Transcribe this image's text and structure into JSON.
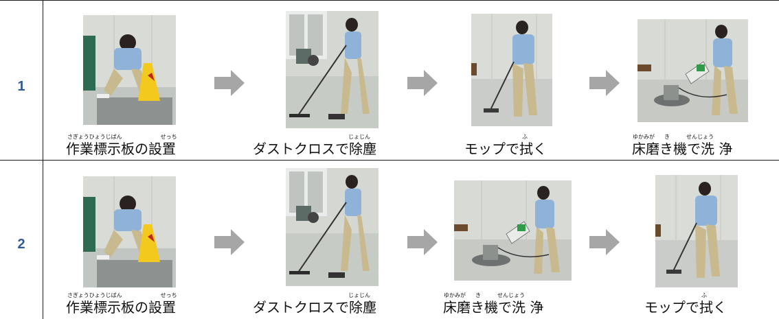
{
  "rows": [
    {
      "number": "1",
      "steps": [
        {
          "caption": "作業標示板の設置",
          "ruby": [
            "さぎょうひょうじばん",
            "せっち"
          ],
          "photo": "sign-placement-photo"
        },
        {
          "caption": "ダストクロスで除塵",
          "ruby": [
            "じょじん"
          ],
          "photo": "dust-cloth-photo"
        },
        {
          "caption": "モップで拭く",
          "ruby": [
            "ふ"
          ],
          "photo": "mop-photo"
        },
        {
          "caption": "床磨き機で洗 浄",
          "ruby": [
            "ゆかみが",
            "き",
            "せんじょう"
          ],
          "photo": "floor-polisher-photo"
        }
      ]
    },
    {
      "number": "2",
      "steps": [
        {
          "caption": "作業標示板の設置",
          "ruby": [
            "さぎょうひょうじばん",
            "せっち"
          ],
          "photo": "sign-placement-photo"
        },
        {
          "caption": "ダストクロスで除塵",
          "ruby": [
            "じょじん"
          ],
          "photo": "dust-cloth-photo"
        },
        {
          "caption": "床磨き機で洗 浄",
          "ruby": [
            "ゆかみが",
            "き",
            "せんじょう"
          ],
          "photo": "floor-polisher-photo"
        },
        {
          "caption": "モップで拭く",
          "ruby": [
            "ふ"
          ],
          "photo": "mop-photo"
        }
      ]
    }
  ],
  "colors": {
    "row_number": "#2f5b98",
    "arrow": "#a6a6a6",
    "grid_line": "#1a1a1a"
  }
}
